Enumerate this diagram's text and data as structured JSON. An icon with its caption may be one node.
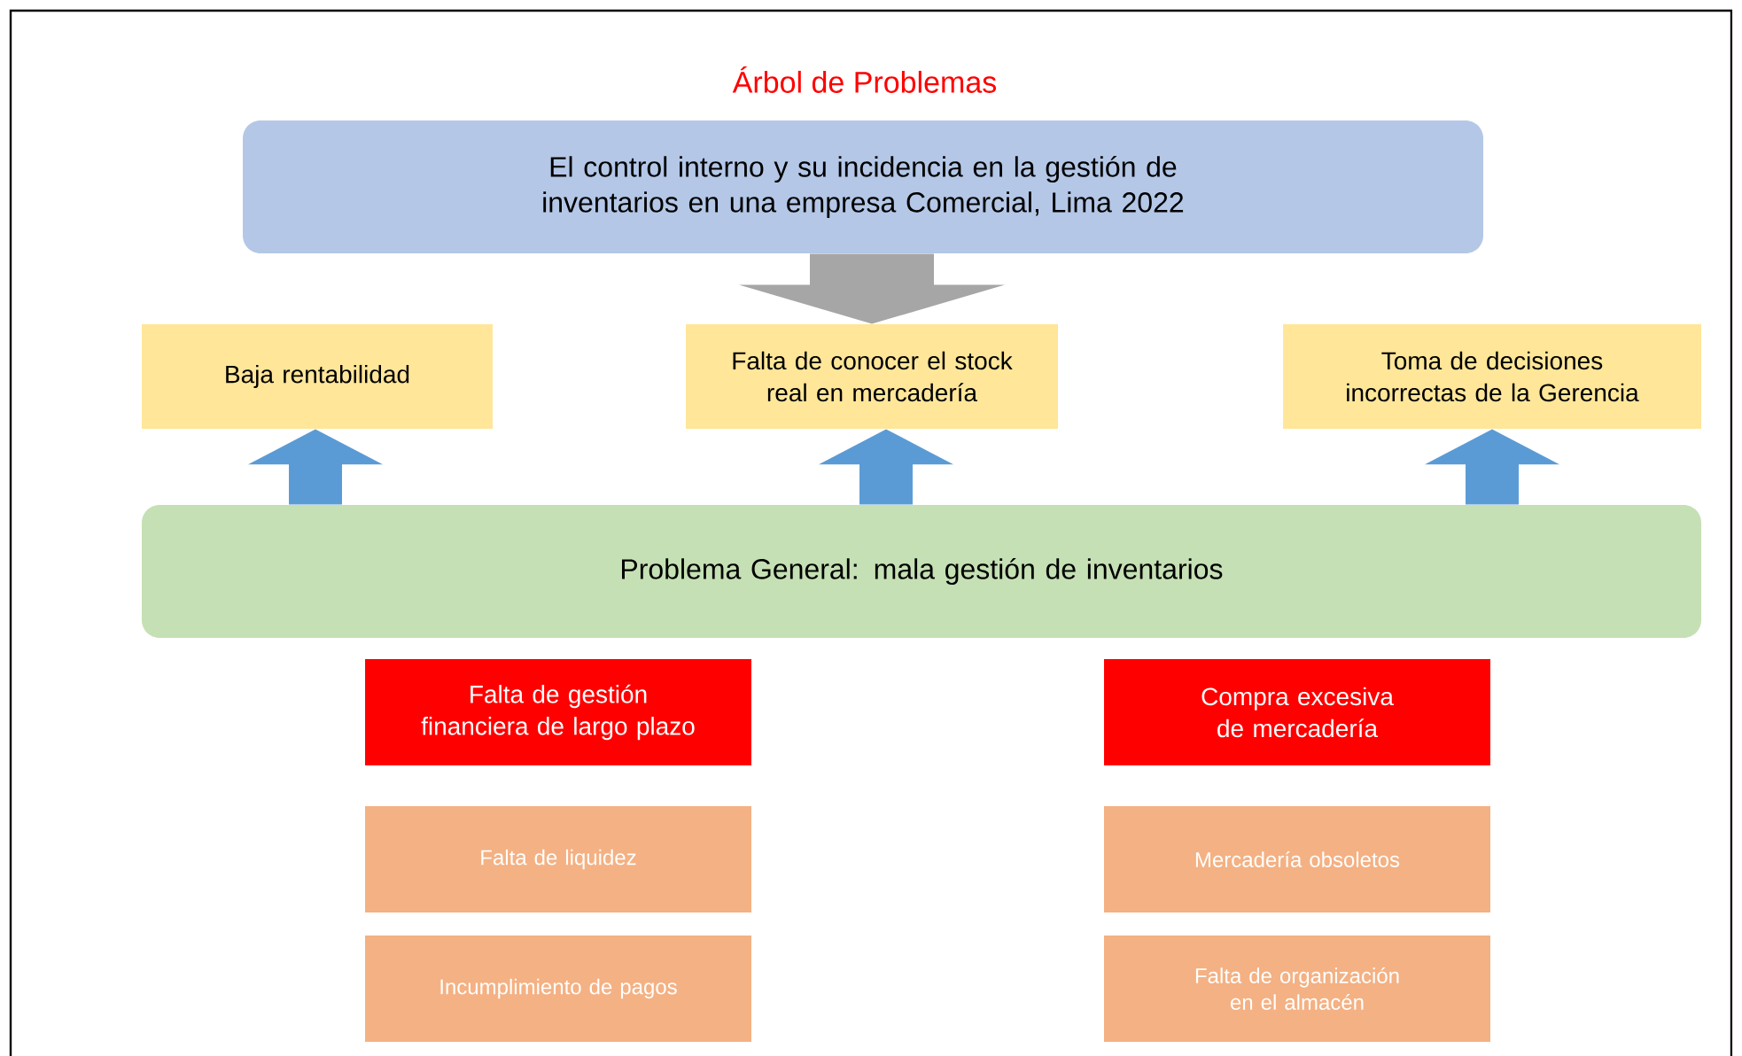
{
  "diagram": {
    "title": "Árbol de Problemas",
    "nodes": [
      {
        "text": [
          "El control interno y su incidencia en la gestión de inventarios en una empresa Comercial, Lima 2022"
        ]
      },
      {
        "text": [
          "Baja rentabilidad"
        ]
      },
      {
        "text": [
          "Falta de conocer el stock real en mercadería"
        ]
      },
      {
        "text": [
          "Toma de decisiones incorrectas de la Gerencia"
        ]
      },
      {
        "text": [
          "Problema General: mala gestión de inventarios"
        ]
      },
      {
        "text": [
          "Falta de gestión financiera de largo plazo"
        ]
      },
      {
        "text": [
          "Compra excesiva de mercadería"
        ]
      },
      {
        "text": [
          "Falta de liquidez"
        ]
      },
      {
        "text": [
          "Mercadería obsoletos"
        ]
      },
      {
        "text": [
          "Incumplimiento de pagos"
        ]
      },
      {
        "text": [
          "Falta de organización en el almacén"
        ]
      }
    ],
    "edges": [
      {
        "from": 0,
        "to": 2,
        "arrow": "to",
        "color": "#a6a6a6",
        "style": "thick"
      },
      {
        "from": 4,
        "to": 1,
        "arrow": "to"
      },
      {
        "from": 4,
        "to": 2,
        "arrow": "to"
      },
      {
        "from": 4,
        "to": 3,
        "arrow": "to"
      }
    ]
  }
}
